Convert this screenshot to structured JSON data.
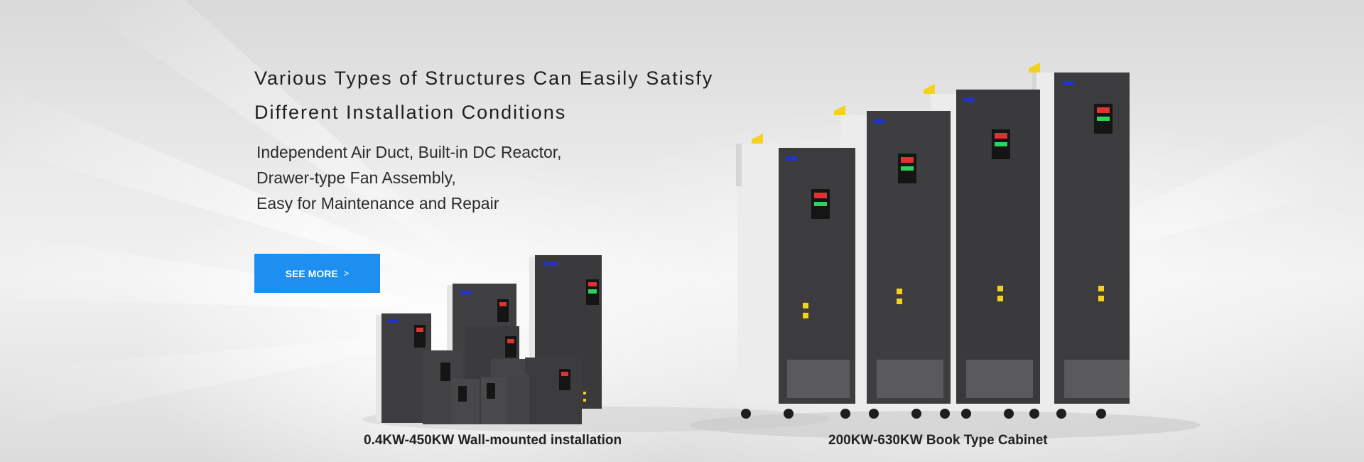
{
  "hero": {
    "headline_line1": "Various Types of Structures Can Easily Satisfy",
    "headline_line2": "Different Installation Conditions",
    "features": [
      "Independent Air Duct, Built-in DC Reactor,",
      "Drawer-type Fan Assembly,",
      "Easy for Maintenance and Repair"
    ],
    "cta_label": "SEE MORE",
    "cta_icon": "chevron-right-icon",
    "cta_glyph": ">"
  },
  "products": {
    "wall": {
      "caption": "0.4KW-450KW Wall-mounted installation"
    },
    "cabinet": {
      "caption": "200KW-630KW Book Type Cabinet"
    }
  },
  "colors": {
    "accent": "#1d8ff0",
    "cabinet_body": "#3c3c3e",
    "cabinet_side": "#e8e8e8",
    "warning": "#f2d21e",
    "logo_blue": "#2234c8",
    "display_red": "#e03232",
    "display_green": "#2fd25a"
  }
}
